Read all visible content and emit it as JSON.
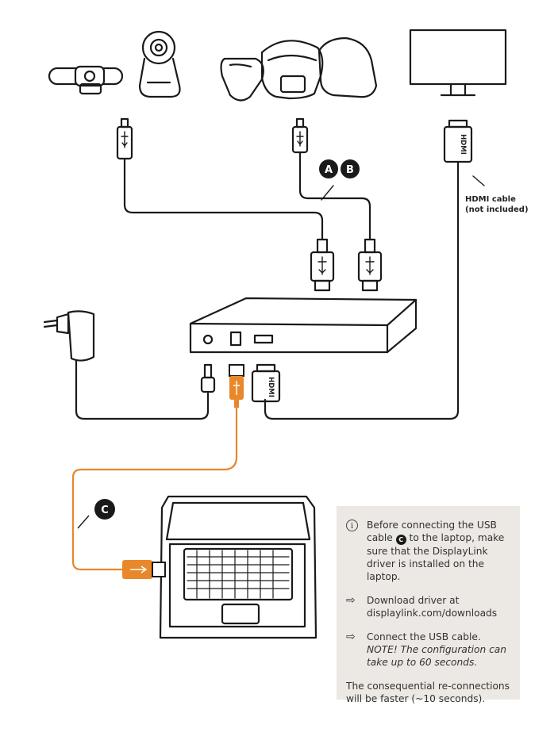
{
  "labels": {
    "badge_a": "A",
    "badge_b": "B",
    "badge_c": "C",
    "hdmi_plug": "HDMI",
    "hdmi_cable_line1": "HDMI cable",
    "hdmi_cable_line2": "(not included)"
  },
  "note": {
    "item1_before": "Before connecting the USB cable",
    "item1_after": "to the laptop, make sure that the DisplayLink driver is installed on the laptop.",
    "item2": "Download driver at displaylink.com/downloads",
    "item3_plain": "Connect the USB cable.",
    "item3_italic": "NOTE! The configuration can take up to 60 seconds.",
    "footer": "The consequential re-connections will be faster (~10 seconds)."
  },
  "icons": {
    "info": "info-icon",
    "arrow": "arrow-right-icon"
  },
  "colors": {
    "line": "#1a1a1a",
    "accent_orange": "#e8882a",
    "note_bg": "#ece8e3"
  }
}
